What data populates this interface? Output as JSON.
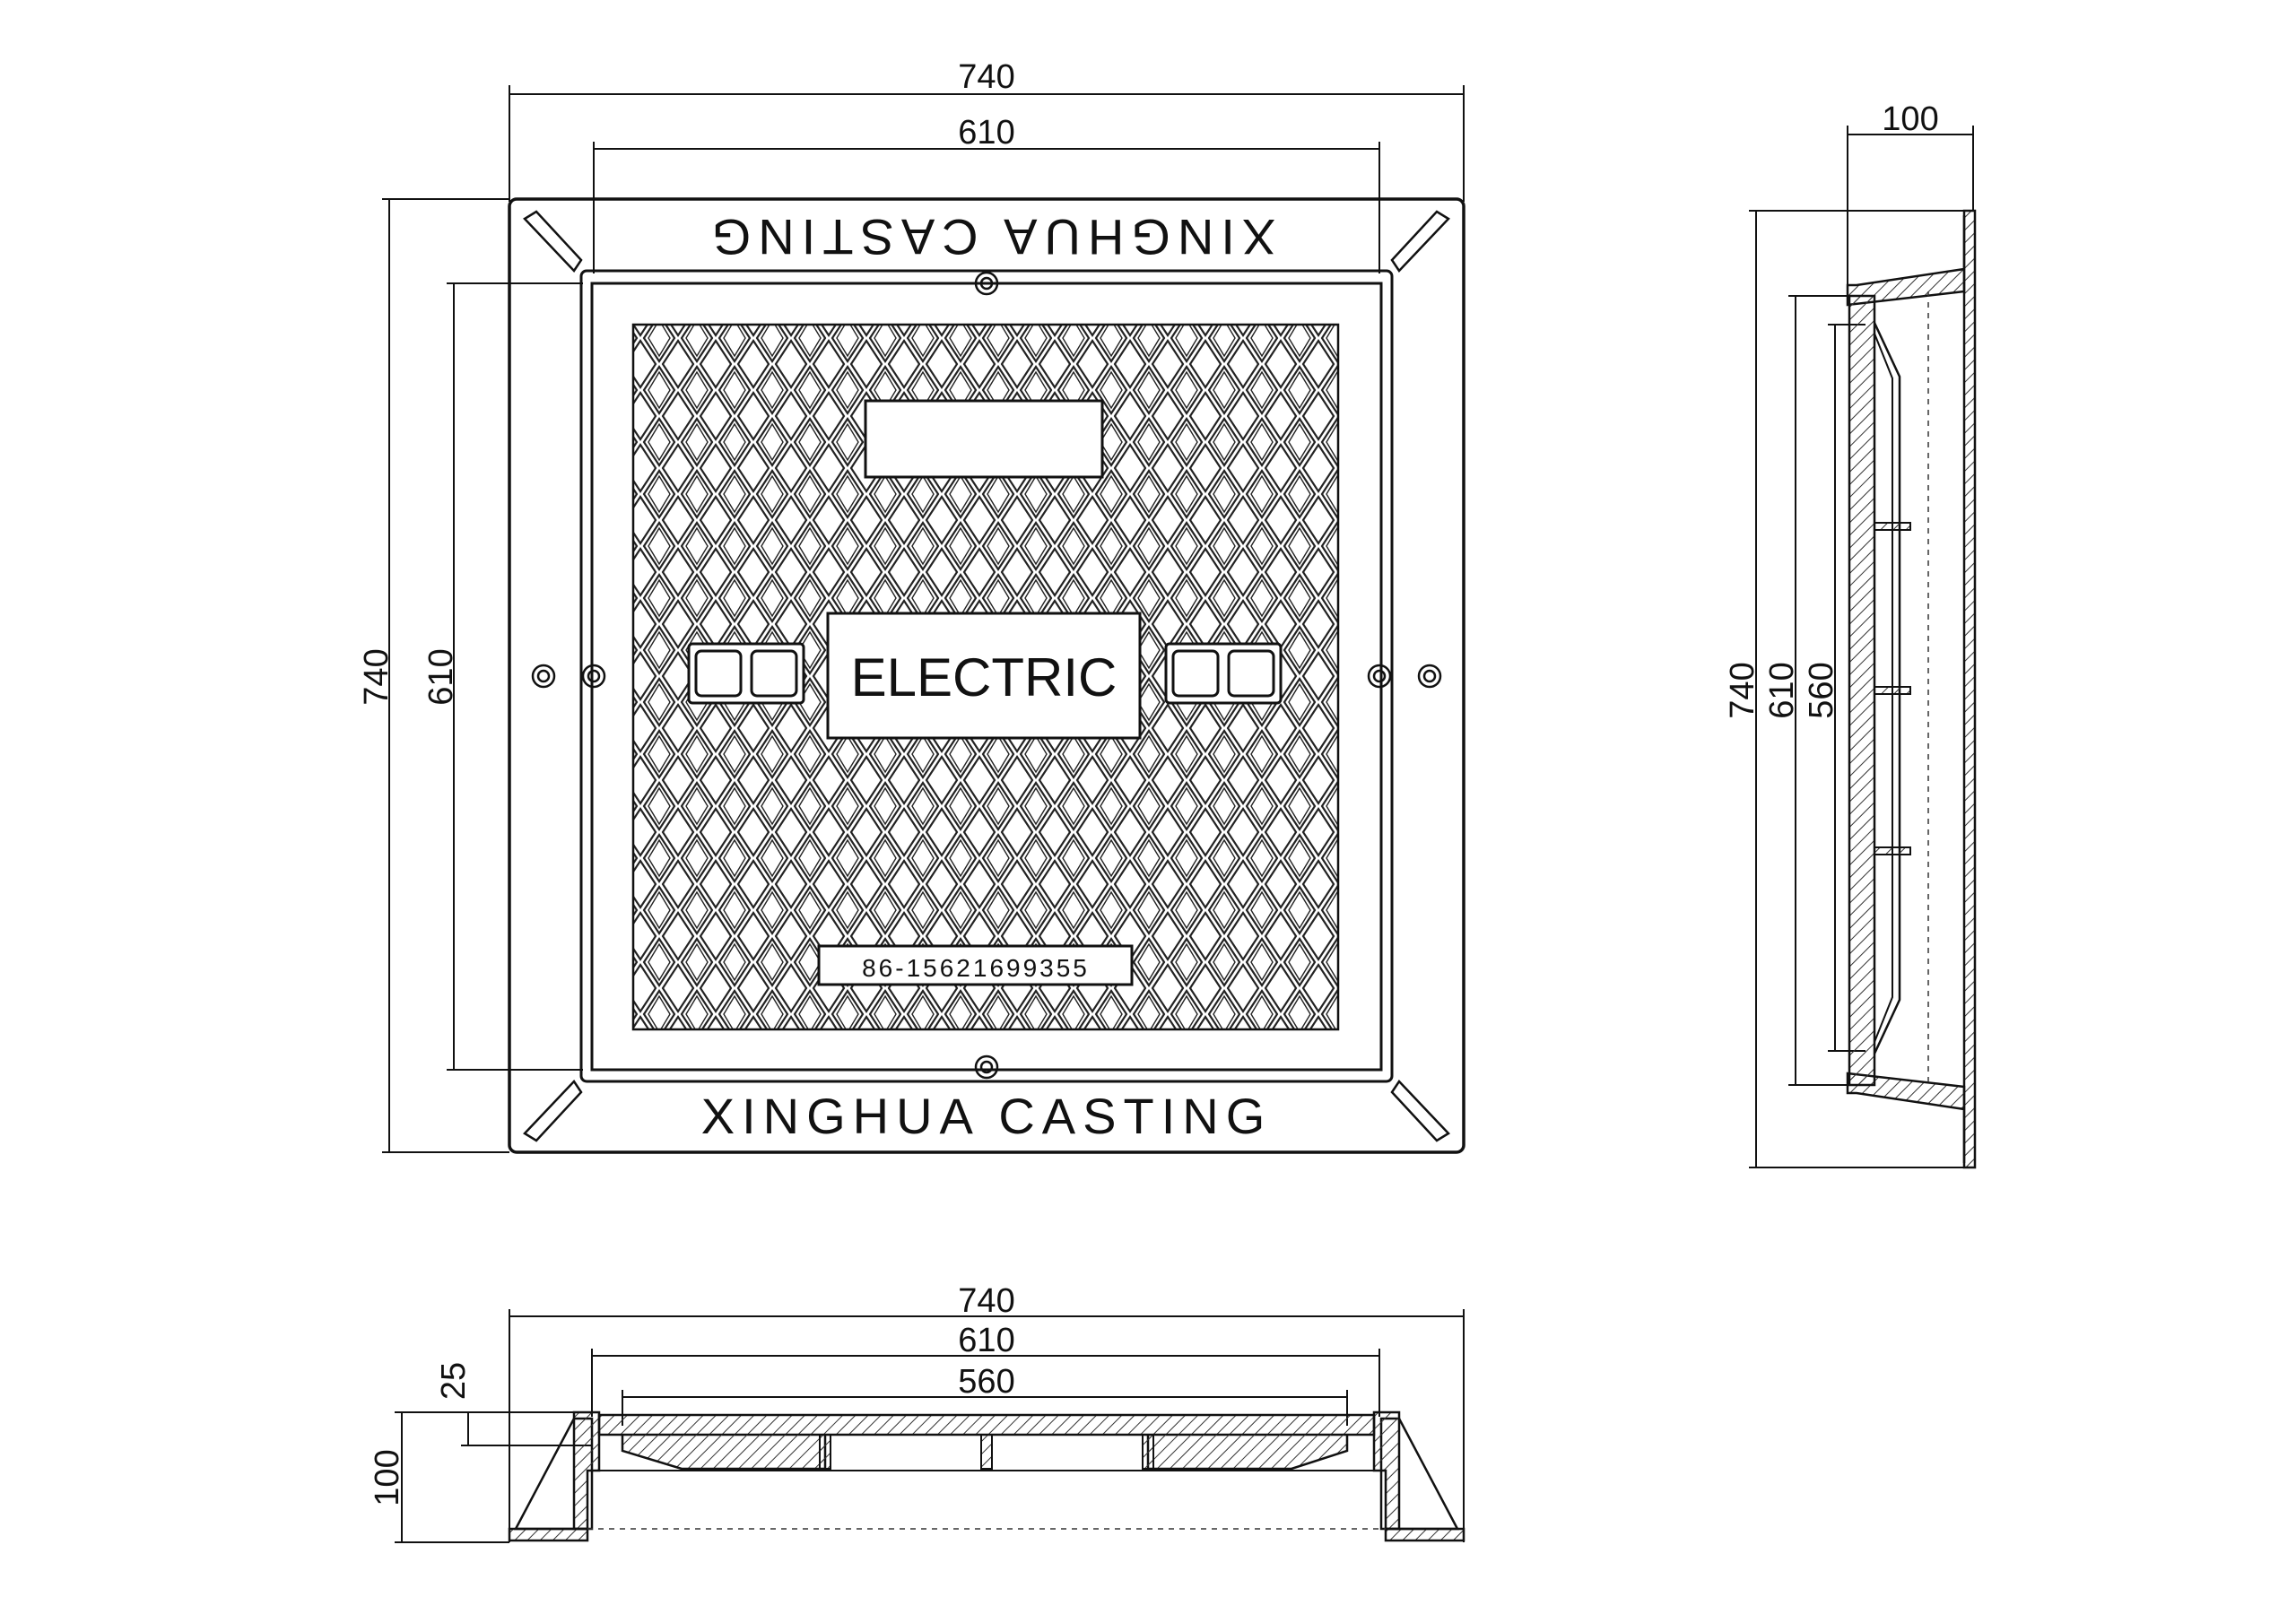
{
  "plan_view": {
    "dim_overall_width": "740",
    "dim_inner_width": "610",
    "dim_overall_height": "740",
    "dim_inner_height": "610",
    "top_text": "XINGHUA CASTING",
    "bottom_text": "XINGHUA CASTING",
    "center_label": "ELECTRIC",
    "phone_label": "86-15621699355"
  },
  "side_view": {
    "dim_depth": "100",
    "dim_overall": "740",
    "dim_frame": "610",
    "dim_cover": "560"
  },
  "section_view": {
    "dim_overall": "740",
    "dim_frame": "610",
    "dim_cover": "560",
    "dim_cover_thickness": "25",
    "dim_height": "100"
  }
}
